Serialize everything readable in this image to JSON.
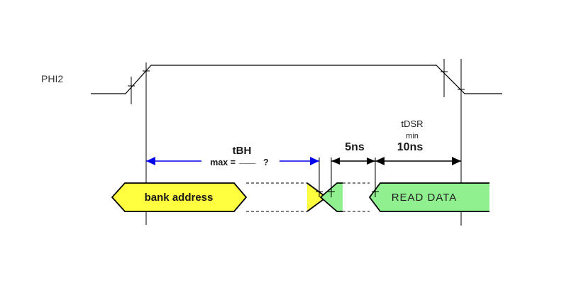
{
  "diagram": {
    "signal_label": "PHI2",
    "bus1_label": "bank address",
    "bus2_label": "READ DATA",
    "annotations": {
      "tbh_label": "tBH",
      "max_prefix": "max =",
      "max_blank": "___",
      "max_question": "?",
      "t5_label": "5ns",
      "tdsr_label": "tDSR",
      "tdsr_min_label": "min",
      "t10_label": "10ns"
    },
    "colors": {
      "blue": "#0000ee",
      "red": "#ee0000",
      "yellow": "#ffff40",
      "green": "#90f090",
      "line": "#000000"
    }
  }
}
